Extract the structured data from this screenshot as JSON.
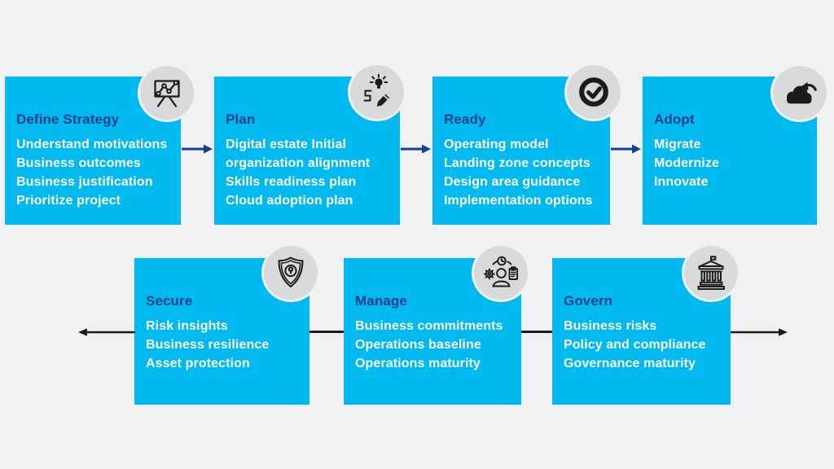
{
  "colors": {
    "background": "#f0f1f3",
    "box_fill": "#00b9ee",
    "title_text": "#153f8c",
    "body_text": "#ffffff",
    "badge_fill": "#d8d9da",
    "icon_stroke": "#1b1b1b",
    "top_arrow": "#143f94",
    "bottom_arrow": "#1b1b1b"
  },
  "top_row": [
    {
      "title": "Define Strategy",
      "lines": [
        "Understand motivations",
        "Business outcomes",
        "Business justification",
        "Prioritize project"
      ],
      "icon": "presentation-chart-icon"
    },
    {
      "title": "Plan",
      "lines": [
        "Digital estate Initial",
        "organization alignment",
        "Skills readiness plan",
        "Cloud adoption plan"
      ],
      "icon": "idea-sketch-icon"
    },
    {
      "title": "Ready",
      "lines": [
        "Operating model",
        "Landing zone concepts",
        "Design area guidance",
        "Implementation options"
      ],
      "icon": "check-circle-icon"
    },
    {
      "title": "Adopt",
      "lines": [
        "Migrate",
        "Modernize",
        "Innovate"
      ],
      "icon": "cloud-arrow-icon"
    }
  ],
  "bottom_row": [
    {
      "title": "Secure",
      "lines": [
        "Risk insights",
        "Business resilience",
        "Asset protection"
      ],
      "icon": "shield-lock-icon"
    },
    {
      "title": "Manage",
      "lines": [
        "Business commitments",
        "Operations baseline",
        "Operations maturity"
      ],
      "icon": "person-operations-icon"
    },
    {
      "title": "Govern",
      "lines": [
        "Business risks",
        "Policy and compliance",
        "Governance maturity"
      ],
      "icon": "government-building-icon"
    }
  ]
}
